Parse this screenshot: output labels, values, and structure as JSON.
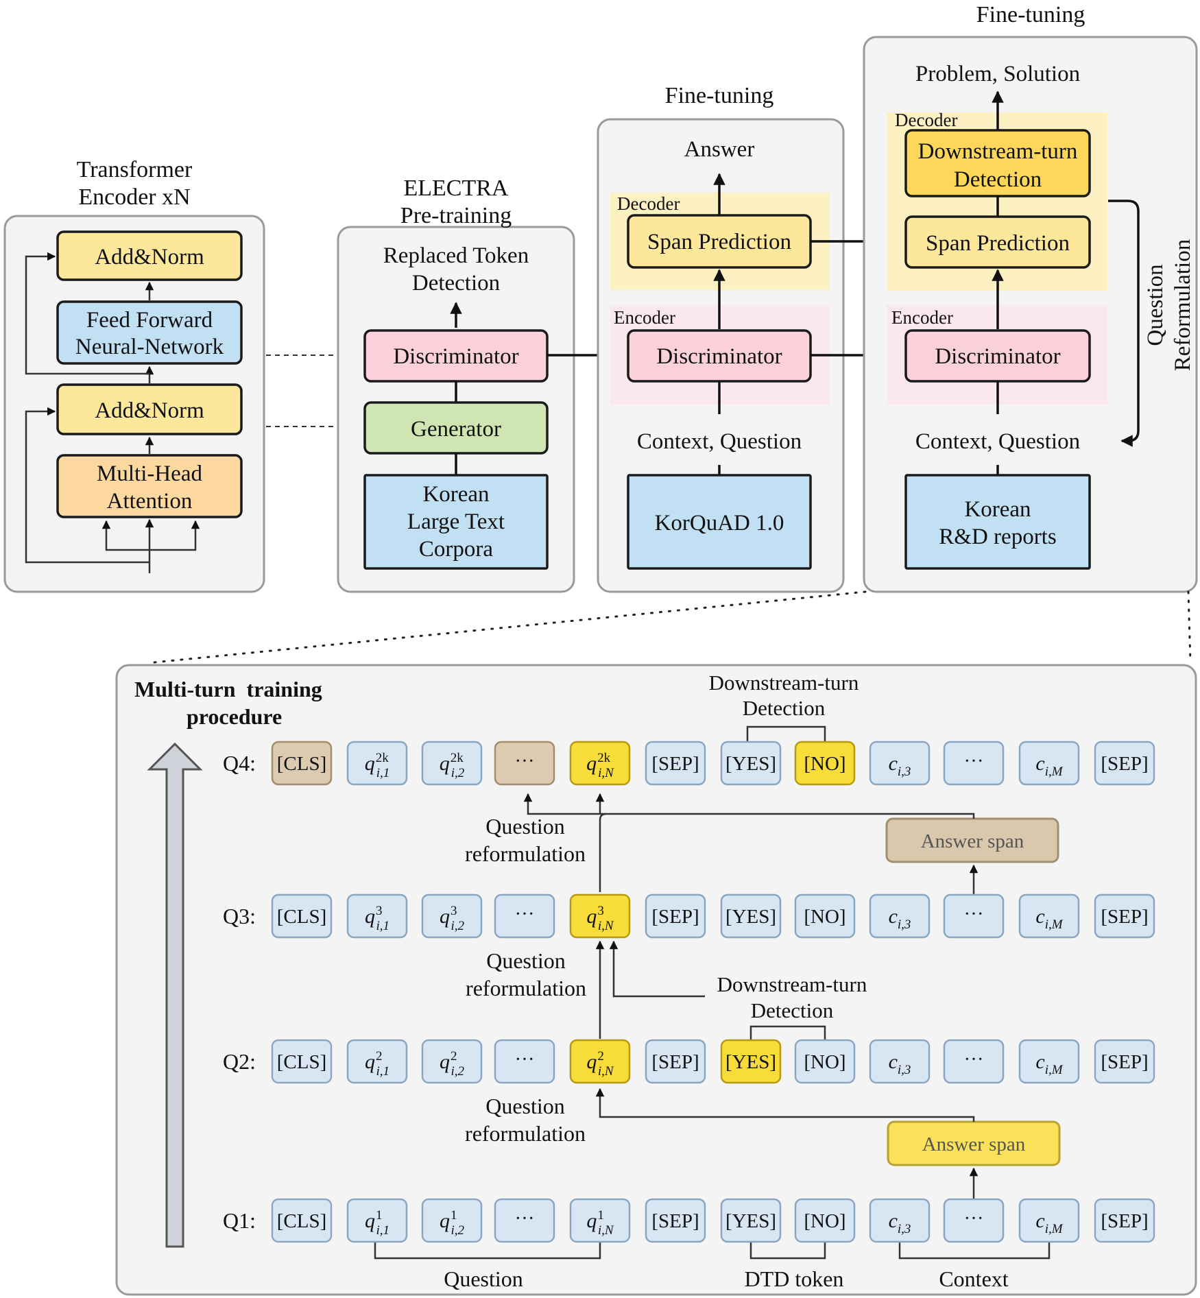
{
  "transformer": {
    "title_line1": "Transformer",
    "title_line2": "Encoder xN",
    "add_norm_top": "Add&Norm",
    "ffn_line1": "Feed Forward",
    "ffn_line2": "Neural-Network",
    "add_norm_bottom": "Add&Norm",
    "mha_line1": "Multi-Head",
    "mha_line2": "Attention"
  },
  "electra": {
    "title_line1": "ELECTRA",
    "title_line2": "Pre-training",
    "rtd_line1": "Replaced Token",
    "rtd_line2": "Detection",
    "discriminator": "Discriminator",
    "generator": "Generator",
    "corpora_line1": "Korean",
    "corpora_line2": "Large Text",
    "corpora_line3": "Corpora"
  },
  "finetune1": {
    "title": "Fine-tuning",
    "answer": "Answer",
    "decoder_label": "Decoder",
    "span_prediction": "Span Prediction",
    "encoder_label": "Encoder",
    "discriminator": "Discriminator",
    "context_question": "Context, Question",
    "dataset": "KorQuAD 1.0"
  },
  "finetune2": {
    "title": "Fine-tuning",
    "output": "Problem, Solution",
    "decoder_label": "Decoder",
    "dtd_line1": "Downstream-turn",
    "dtd_line2": "Detection",
    "span_prediction": "Span Prediction",
    "encoder_label": "Encoder",
    "discriminator": "Discriminator",
    "context_question": "Context, Question",
    "dataset_line1": "Korean",
    "dataset_line2": "R&D reports",
    "side_line1": "Question",
    "side_line2": "Reformulation"
  },
  "multiturn": {
    "title_line1": "Multi-turn  training",
    "title_line2": "procedure",
    "dtd_top_line1": "Downstream-turn",
    "dtd_top_line2": "Detection",
    "dtd_mid_line1": "Downstream-turn",
    "dtd_mid_line2": "Detection",
    "qr_line1": "Question",
    "qr_line2": "reformulation",
    "answer_span": "Answer span",
    "bottom_question": "Question",
    "bottom_dtd": "DTD token",
    "bottom_context": "Context",
    "rows": [
      {
        "label": "Q4:",
        "sup": "2k",
        "hl": [
          "tan",
          "",
          "",
          "tan",
          "yel",
          "",
          "",
          "yel",
          "",
          "",
          "",
          ""
        ]
      },
      {
        "label": "Q3:",
        "sup": "3",
        "hl": [
          "",
          "",
          "",
          "",
          "yel",
          "",
          "",
          "",
          "",
          "",
          "",
          ""
        ]
      },
      {
        "label": "Q2:",
        "sup": "2",
        "hl": [
          "",
          "",
          "",
          "",
          "yel",
          "",
          "yel",
          "",
          "",
          "",
          "",
          ""
        ]
      },
      {
        "label": "Q1:",
        "sup": "1",
        "hl": [
          "",
          "",
          "",
          "",
          "",
          "",
          "",
          "",
          "",
          "",
          "",
          ""
        ]
      }
    ],
    "tokens": {
      "cls": "[CLS]",
      "sep": "[SEP]",
      "yes": "[YES]",
      "no": "[NO]",
      "ellipsis": "···",
      "q": "q",
      "sub1": "i,1",
      "sub2": "i,2",
      "subN": "i,N",
      "c": "c",
      "sub3": "i,3",
      "subM": "i,M"
    }
  }
}
